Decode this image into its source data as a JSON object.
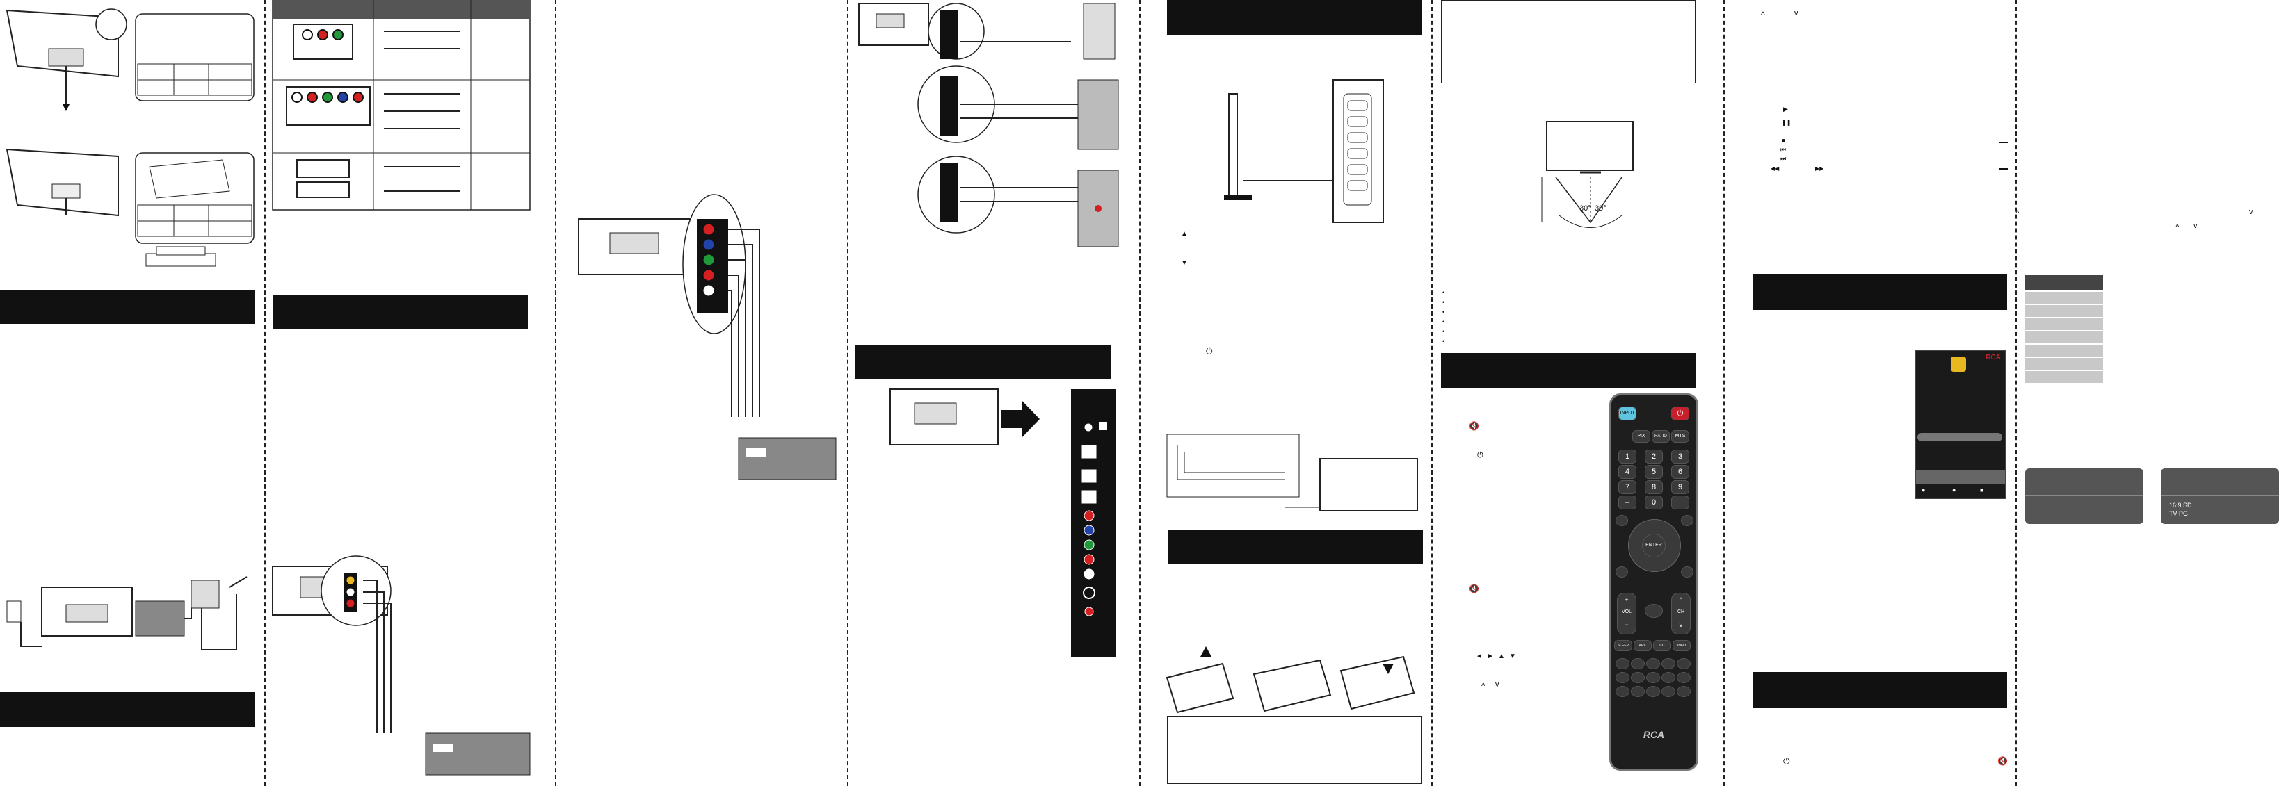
{
  "remote": {
    "brand": "RCA",
    "keys": {
      "input": "INPUT",
      "power": "⏻",
      "pip": "PIX",
      "ratio": "RATIO",
      "mts": "MTS",
      "num": [
        "1",
        "2",
        "3",
        "4",
        "5",
        "6",
        "7",
        "8",
        "9"
      ],
      "dash": "–",
      "zero": "0",
      "enter": "ENTER",
      "vol": "VOL",
      "ch": "CH",
      "plus": "+",
      "minus": "−",
      "up": "^",
      "down": "v",
      "row_labels": [
        "SLEEP",
        "ARC",
        "CC",
        "INFO"
      ]
    }
  },
  "glyphs": {
    "caret_up": "^",
    "caret_down": "v",
    "up_triangle": "▲",
    "down_triangle": "▼",
    "left_triangle": "◄",
    "right_triangle": "►",
    "power_symbol": "⏻",
    "mute_symbol": "🔇",
    "bullet": "•",
    "play": "▶",
    "pause": "❚❚",
    "stop": "■",
    "prev": "⏮",
    "next": "⏭",
    "rew": "◀◀",
    "ff": "▶▶"
  },
  "dimensions": {
    "angle_left": "30°",
    "angle_right": "30°"
  },
  "aspect_panel": {
    "line1": "16:9   SD",
    "line2": "TV-PG"
  },
  "colors": {
    "band": "#111111",
    "red_jack": "#d42020",
    "green_jack": "#1f9a3a",
    "blue_jack": "#2244aa",
    "yellow_jack": "#e8b820",
    "white_jack": "#ffffff",
    "remote_body": "#1e1e1e",
    "menu_header": "#444444",
    "menu_item": "#c8c8c8"
  },
  "icons": [
    "tv-icon",
    "antenna-icon",
    "outlet-icon",
    "cable-box-icon",
    "dvd-player-icon",
    "remote-icon",
    "battery-icon"
  ]
}
